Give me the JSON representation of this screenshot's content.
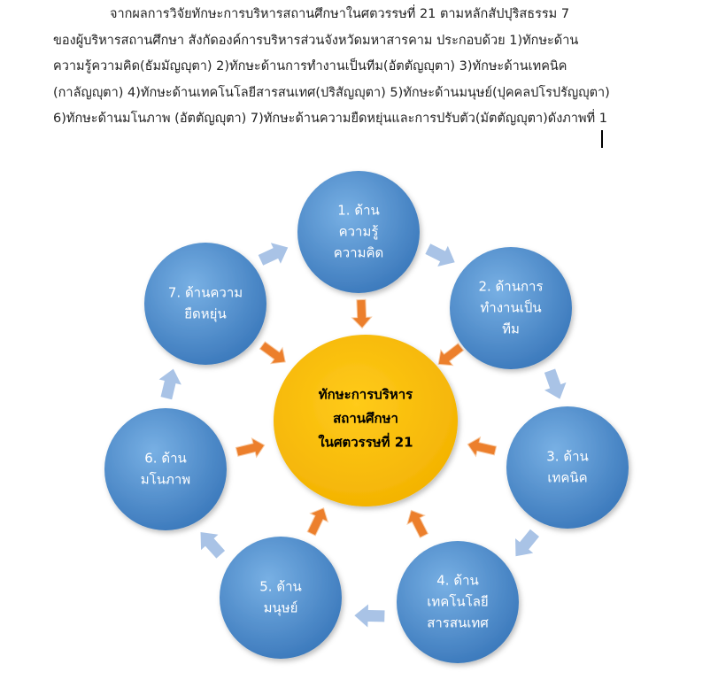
{
  "paragraph": {
    "lines": [
      "จากผลการวิจัยทักษะการบริหารสถานศึกษาในศตวรรษที่ 21 ตามหลักสัปปุริสธรรม 7",
      "ของผู้บริหารสถานศึกษา สังกัดองค์การบริหารส่วนจังหวัดมหาสารคาม ประกอบด้วย 1)ทักษะด้าน",
      "ความรู้ความคิด(ธัมมัญญุตา) 2)ทักษะด้านการทำงานเป็นทีม(อัตตัญญุตา) 3)ทักษะด้านเทคนิค",
      "(กาลัญญุตา) 4)ทักษะด้านเทคโนโลยีสารสนเทศ(ปริสัญญุตา) 5)ทักษะด้านมนุษย์(ปุคคลปโรปรัญญุตา)",
      "6)ทักษะด้านมโนภาพ (อัตตัญญุตา) 7)ทักษะด้านความยืดหยุ่นและการปรับตัว(มัตตัญญุตา)ดังภาพที่ 1"
    ]
  },
  "diagram": {
    "center": {
      "lines": [
        "ทักษะการบริหาร",
        "สถานศึกษา",
        "ในศตวรรษที่ 21"
      ]
    },
    "nodes": [
      {
        "id": 1,
        "lines": [
          "1. ด้าน",
          "ความรู้",
          "ความคิด"
        ]
      },
      {
        "id": 2,
        "lines": [
          "2. ด้านการ",
          "ทำงานเป็น",
          "ทีม"
        ]
      },
      {
        "id": 3,
        "lines": [
          "3. ด้าน",
          "เทคนิค"
        ]
      },
      {
        "id": 4,
        "lines": [
          "4. ด้าน",
          "เทคโนโลยี",
          "สารสนเทศ"
        ]
      },
      {
        "id": 5,
        "lines": [
          "5. ด้าน",
          "มนุษย์"
        ]
      },
      {
        "id": 6,
        "lines": [
          "6. ด้าน",
          "มโนภาพ"
        ]
      },
      {
        "id": 7,
        "lines": [
          "7. ด้านความ",
          "ยืดหยุ่น"
        ]
      }
    ],
    "colors": {
      "node_fill": "#3f7fc0",
      "node_fill_light": "#6aa3da",
      "center_fill": "#fbbd00",
      "cycle_arrow": "#a9c3e6",
      "inward_arrow": "#ec7f2c"
    }
  }
}
